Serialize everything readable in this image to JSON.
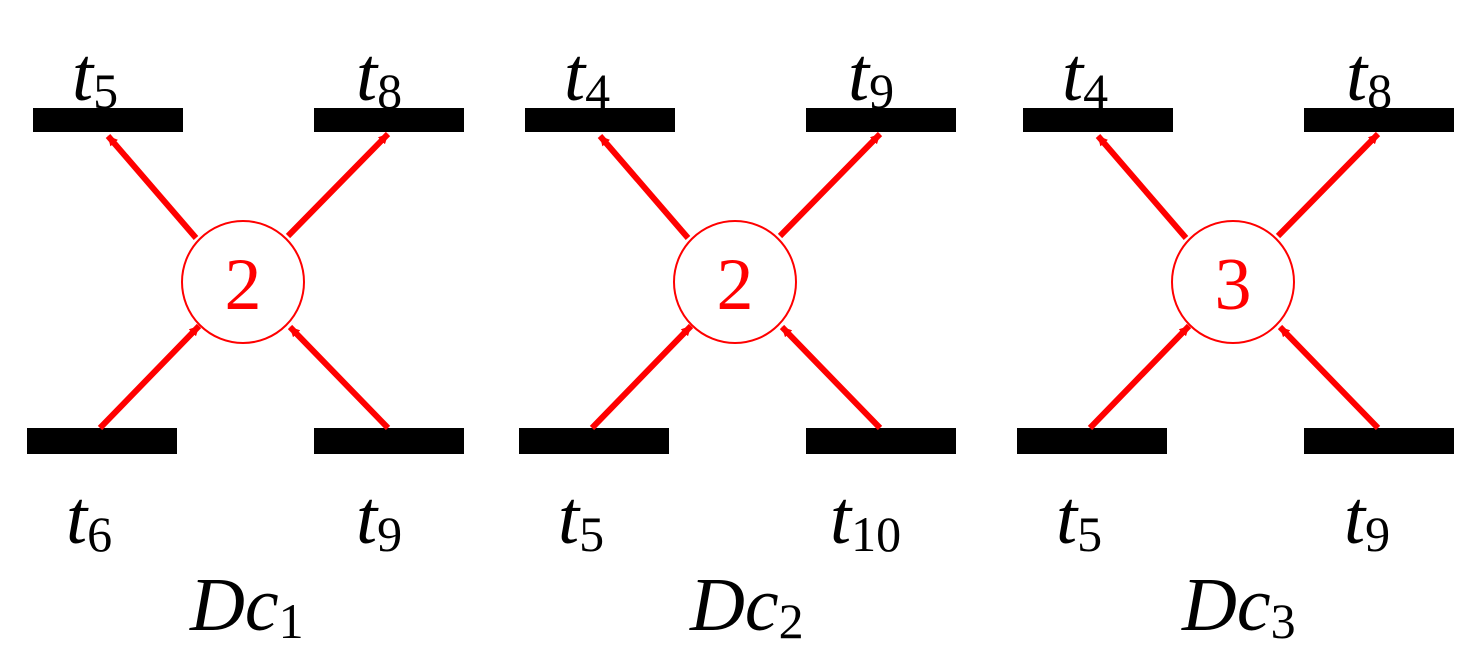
{
  "colors": {
    "arc": "#ff0000",
    "transition": "#000000",
    "label": "#000000",
    "background": "#ffffff"
  },
  "subnets": [
    {
      "caption": {
        "main": "Dc",
        "sub": "1"
      },
      "place_tokens": "2",
      "top_left": {
        "main": "t",
        "sub": "5"
      },
      "top_right": {
        "main": "t",
        "sub": "8"
      },
      "bottom_left": {
        "main": "t",
        "sub": "6"
      },
      "bottom_right": {
        "main": "t",
        "sub": "9"
      }
    },
    {
      "caption": {
        "main": "Dc",
        "sub": "2"
      },
      "place_tokens": "2",
      "top_left": {
        "main": "t",
        "sub": "4"
      },
      "top_right": {
        "main": "t",
        "sub": "9"
      },
      "bottom_left": {
        "main": "t",
        "sub": "5"
      },
      "bottom_right": {
        "main": "t",
        "sub": "10"
      }
    },
    {
      "caption": {
        "main": "Dc",
        "sub": "3"
      },
      "place_tokens": "3",
      "top_left": {
        "main": "t",
        "sub": "4"
      },
      "top_right": {
        "main": "t",
        "sub": "8"
      },
      "bottom_left": {
        "main": "t",
        "sub": "5"
      },
      "bottom_right": {
        "main": "t",
        "sub": "9"
      }
    }
  ]
}
